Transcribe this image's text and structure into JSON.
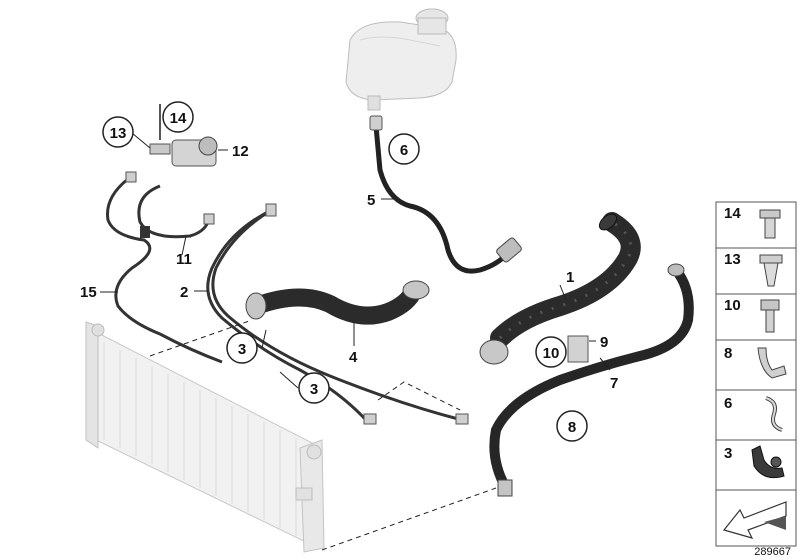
{
  "diagram": {
    "callouts": [
      {
        "id": "c1",
        "label": "1",
        "circled": false
      },
      {
        "id": "c2",
        "label": "2",
        "circled": false
      },
      {
        "id": "c3a",
        "label": "3",
        "circled": true
      },
      {
        "id": "c3b",
        "label": "3",
        "circled": true
      },
      {
        "id": "c4",
        "label": "4",
        "circled": false
      },
      {
        "id": "c5",
        "label": "5",
        "circled": false
      },
      {
        "id": "c6",
        "label": "6",
        "circled": true
      },
      {
        "id": "c7",
        "label": "7",
        "circled": false
      },
      {
        "id": "c8",
        "label": "8",
        "circled": true
      },
      {
        "id": "c9",
        "label": "9",
        "circled": false
      },
      {
        "id": "c10",
        "label": "10",
        "circled": true
      },
      {
        "id": "c11",
        "label": "11",
        "circled": false
      },
      {
        "id": "c12",
        "label": "12",
        "circled": false
      },
      {
        "id": "c13",
        "label": "13",
        "circled": true
      },
      {
        "id": "c14",
        "label": "14",
        "circled": true
      },
      {
        "id": "c15",
        "label": "15",
        "circled": false
      }
    ],
    "legend": [
      "14",
      "13",
      "10",
      "8",
      "6",
      "3"
    ],
    "doc_number": "289667"
  }
}
